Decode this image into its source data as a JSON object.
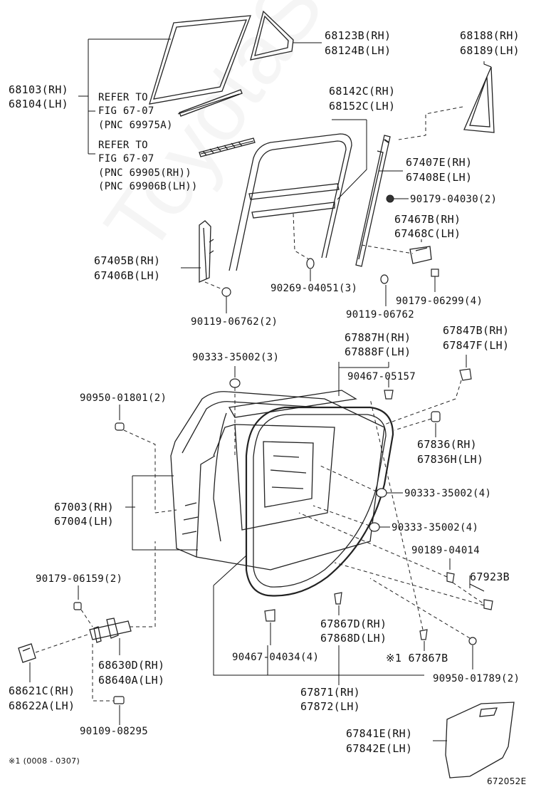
{
  "watermark": "ToyotaSarMini.ru",
  "labels": {
    "l_68103": "68103(RH)",
    "l_68104": "68104(LH)",
    "refer1_a": "REFER TO",
    "refer1_b": "FIG 67-07",
    "refer1_c": "(PNC 69975A)",
    "refer2_a": "REFER TO",
    "refer2_b": "FIG 67-07",
    "refer2_c": "(PNC 69905(RH))",
    "refer2_d": "(PNC 69906B(LH))",
    "l_68123B": "68123B(RH)",
    "l_68124B": "68124B(LH)",
    "l_68188": "68188(RH)",
    "l_68189": "68189(LH)",
    "l_68142C": "68142C(RH)",
    "l_68152C": "68152C(LH)",
    "l_67407E": "67407E(RH)",
    "l_67408E": "67408E(LH)",
    "l_90179_04030": "90179-04030(2)",
    "l_67467B": "67467B(RH)",
    "l_67468C": "67468C(LH)",
    "l_67405B": "67405B(RH)",
    "l_67406B": "67406B(LH)",
    "l_90269": "90269-04051(3)",
    "l_90179_06299": "90179-06299(4)",
    "l_90119_06762a": "90119-06762",
    "l_90119_06762b": "90119-06762(2)",
    "l_67887H": "67887H(RH)",
    "l_67888F": "67888F(LH)",
    "l_67847B": "67847B(RH)",
    "l_67847F": "67847F(LH)",
    "l_90333_3": "90333-35002(3)",
    "l_90467_05157": "90467-05157",
    "l_90950_01801": "90950-01801(2)",
    "l_67836": "67836(RH)",
    "l_67836H": "67836H(LH)",
    "l_67003": "67003(RH)",
    "l_67004": "67004(LH)",
    "l_90333_4a": "90333-35002(4)",
    "l_90333_4b": "90333-35002(4)",
    "l_90189": "90189-04014",
    "l_67923B": "67923B",
    "l_90179_06159": "90179-06159(2)",
    "l_67867D": "67867D(RH)",
    "l_67868D": "67868D(LH)",
    "l_68630D": "68630D(RH)",
    "l_68640A": "68640A(LH)",
    "l_90467_04034": "90467-04034(4)",
    "l_67867B": "※1 67867B",
    "l_90950_01789": "90950-01789(2)",
    "l_68621C": "68621C(RH)",
    "l_68622A": "68622A(LH)",
    "l_67871": "67871(RH)",
    "l_67872": "67872(LH)",
    "l_90109": "90109-08295",
    "l_67841E": "67841E(RH)",
    "l_67842E": "67842E(LH)",
    "footnote": "※1 (0008 - 0307)",
    "figure_id": "672052E"
  }
}
